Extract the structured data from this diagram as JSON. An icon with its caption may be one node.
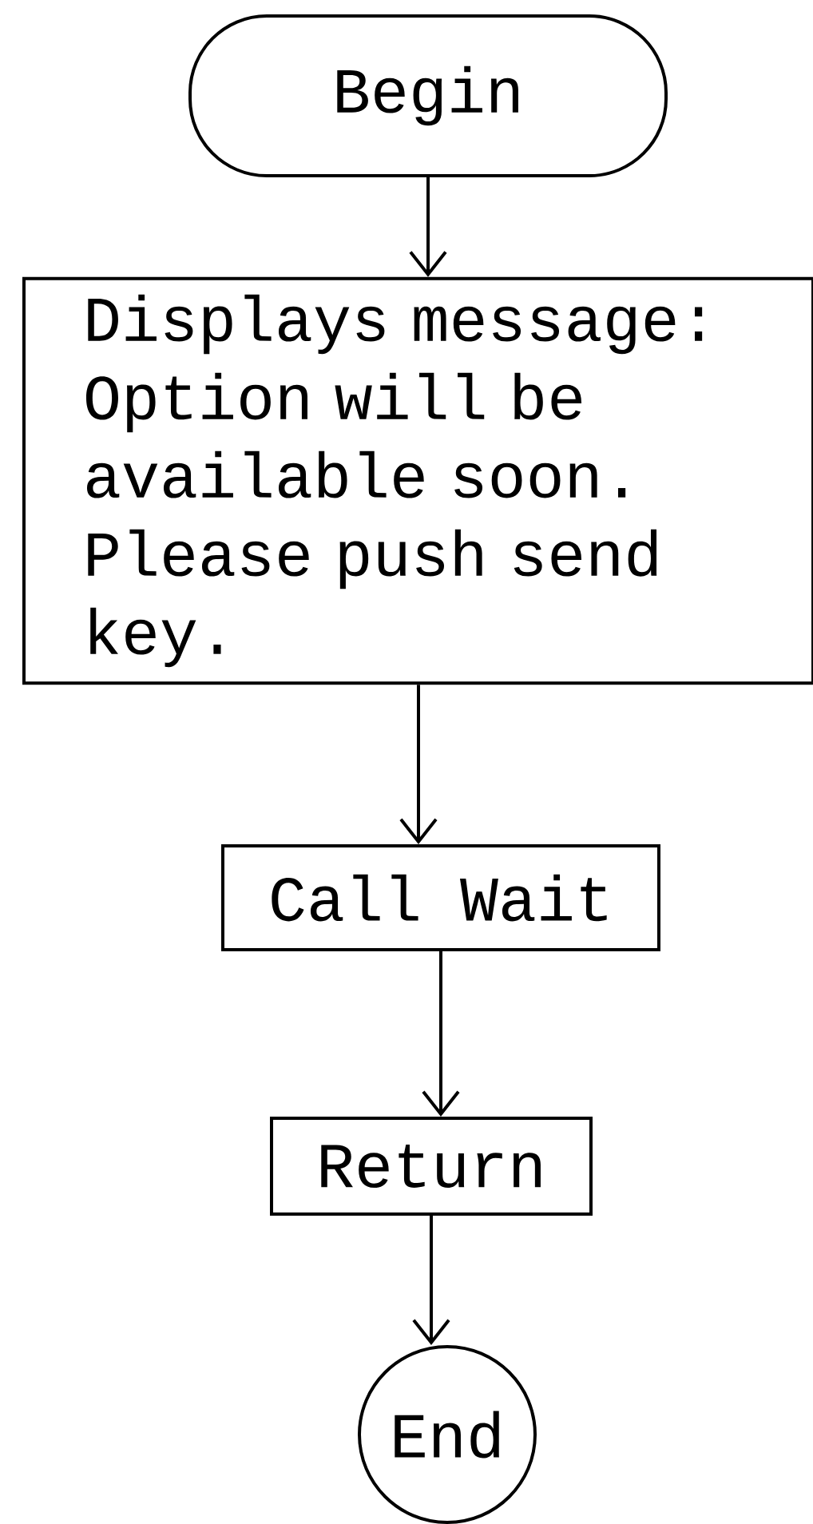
{
  "diagram": {
    "nodes": [
      {
        "text": [
          "Begin"
        ]
      },
      {
        "text": [
          "Displays message: Option will be available soon. Please push send key."
        ]
      },
      {
        "text": [
          "Call Wait"
        ]
      },
      {
        "text": [
          "Return"
        ]
      },
      {
        "text": [
          "End"
        ]
      }
    ],
    "edges": [
      {
        "from": 0,
        "to": 1,
        "arrow": "to"
      },
      {
        "from": 1,
        "to": 2,
        "arrow": "to"
      },
      {
        "from": 2,
        "to": 3,
        "arrow": "to"
      },
      {
        "from": 3,
        "to": 4,
        "arrow": "to"
      }
    ]
  }
}
